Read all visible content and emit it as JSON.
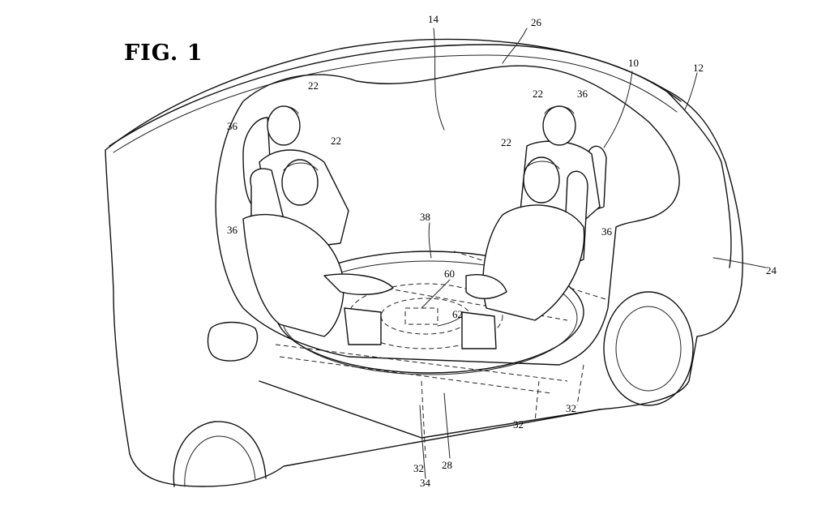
{
  "figure": {
    "title": "FIG. 1"
  },
  "reference_numerals": {
    "vehicle": "12",
    "roof": "26",
    "cabin_interior": "14",
    "seating_system": "10",
    "occupant_rear_left": "22",
    "occupant_front_left": "22",
    "occupant_rear_right": "22",
    "occupant_front_right": "22",
    "seat_rear_left_back": "36",
    "seat_front_left": "36",
    "seat_rear_right": "36",
    "seat_front_right": "36",
    "rotating_platform": "38",
    "drive_unit": "60",
    "actuator": "62",
    "body_side": "24",
    "floor": "28",
    "rail_left": "32",
    "rail_center": "32",
    "rail_right": "32",
    "track": "34"
  },
  "colors": {
    "line": "#111111",
    "background": "#ffffff"
  }
}
